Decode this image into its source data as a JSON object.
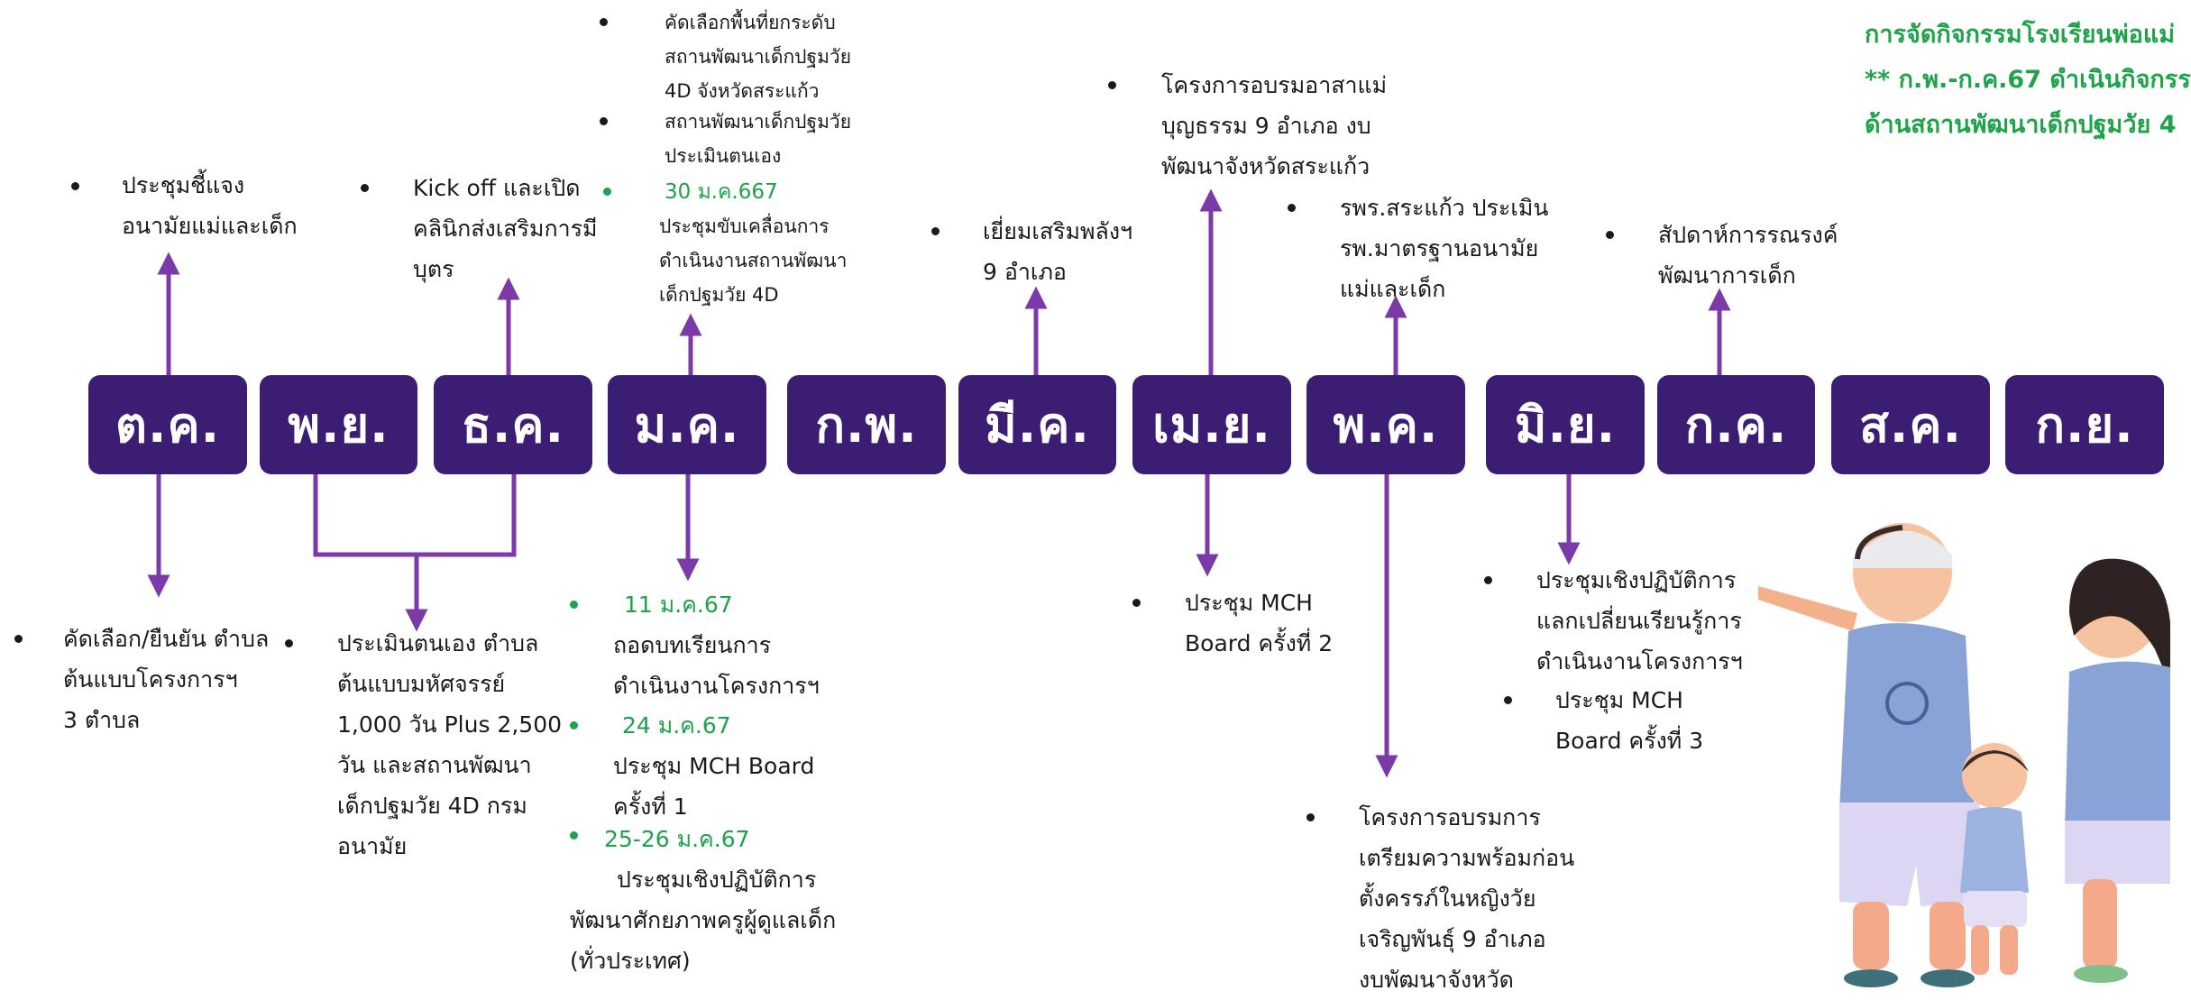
{
  "header_note": {
    "lines": [
      "การจัดกิจกรรมโรงเรียนพ่อแม่",
      "** ก.พ.-ก.ค.67 ดำเนินกิจกรร",
      "ด้านสถานพัฒนาเด็กปฐมวัย 4"
    ]
  },
  "months": [
    "ต.ค.",
    "พ.ย.",
    "ธ.ค.",
    "ม.ค.",
    "ก.พ.",
    "มี.ค.",
    "เม.ย.",
    "พ.ค.",
    "มิ.ย.",
    "ก.ค.",
    "ส.ค.",
    "ก.ย."
  ],
  "notes_above": {
    "oct": [
      "ประชุมชี้แจง",
      "อนามัยแม่และเด็ก"
    ],
    "dec": [
      "Kick off และเปิด",
      "คลินิกส่งเสริมการมี",
      "บุตร"
    ],
    "jan_a": [
      "คัดเลือกพื้นที่ยกระดับ",
      "สถานพัฒนาเด็กปฐมวัย",
      "4D จังหวัดสระแก้ว"
    ],
    "jan_b": [
      "สถานพัฒนาเด็กปฐมวัย",
      "ประเมินตนเอง"
    ],
    "jan_c_date": "30 ม.ค.667",
    "jan_c": [
      "ประชุมขับเคลื่อนการ",
      "ดำเนินงานสถานพัฒนา",
      "เด็กปฐมวัย 4D"
    ],
    "mar": [
      "เยี่ยมเสริมพลังฯ",
      "9 อำเภอ"
    ],
    "apr": [
      "โครงการอบรมอาสาแม่",
      "บุญธรรม 9 อำเภอ งบ",
      "พัฒนาจังหวัดสระแก้ว"
    ],
    "may": [
      "รพร.สระแก้ว ประเมิน",
      "รพ.มาตรฐานอนามัย",
      "แม่และเด็ก"
    ],
    "jul": [
      "สัปดาห์การรณรงค์",
      "พัฒนาการเด็ก"
    ]
  },
  "notes_below": {
    "oct": [
      "คัดเลือก/ยืนยัน ตำบล",
      "ต้นแบบโครงการฯ",
      "3 ตำบล"
    ],
    "nov_dec": [
      "ประเมินตนเอง ตำบล",
      "ต้นแบบมหัศจรรย์",
      "1,000 วัน Plus 2,500",
      "วัน และสถานพัฒนา",
      "เด็กปฐมวัย 4D กรม",
      "อนามัย"
    ],
    "jan_1_date": "11 ม.ค.67",
    "jan_1": [
      "ถอดบทเรียนการ",
      "ดำเนินงานโครงการฯ"
    ],
    "jan_2_date": "24 ม.ค.67",
    "jan_2": [
      "ประชุม MCH Board",
      "ครั้งที่ 1"
    ],
    "jan_3_date": "25-26 ม.ค.67",
    "jan_3": [
      "ประชุมเชิงปฏิบัติการ",
      "พัฒนาศักยภาพครูผู้ดูแลเด็ก",
      "(ทั่วประเทศ)"
    ],
    "apr": [
      "ประชุม MCH",
      "Board ครั้งที่ 2"
    ],
    "may": [
      "โครงการอบรมการ",
      "เตรียมความพร้อมก่อน",
      "ตั้งครรภ์ในหญิงวัย",
      "เจริญพันธุ์ 9 อำเภอ",
      "งบพัฒนาจังหวัด"
    ],
    "jun_1": [
      "ประชุมเชิงปฏิบัติการ",
      "แลกเปลี่ยนเรียนรู้การ",
      "ดำเนินงานโครงการฯ"
    ],
    "jun_2": [
      "ประชุม MCH",
      "Board ครั้งที่ 3"
    ]
  },
  "colors": {
    "month_box": "#3b1d73",
    "arrow": "#7b3aa8",
    "accent_green": "#1fa34a"
  }
}
